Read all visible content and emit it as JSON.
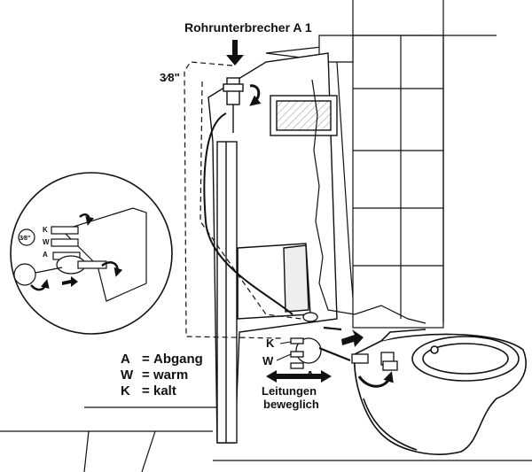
{
  "labels": {
    "pipe_breaker": "Rohrunterbrecher  A 1",
    "fraction": "3⁄8\"",
    "k": "K",
    "w": "W",
    "a": "A",
    "lines_line1": "Leitungen",
    "lines_line2": "beweglich"
  },
  "inset_labels": {
    "k": "K",
    "w": "W",
    "a": "A",
    "fraction": "3⁄8\""
  },
  "legend": [
    {
      "key": "A",
      "eq": "=",
      "text": "Abgang"
    },
    {
      "key": "W",
      "eq": "=",
      "text": "warm"
    },
    {
      "key": "K",
      "eq": "=",
      "text": "kalt"
    }
  ],
  "colors": {
    "ink": "#111111",
    "paper": "#ffffff"
  }
}
